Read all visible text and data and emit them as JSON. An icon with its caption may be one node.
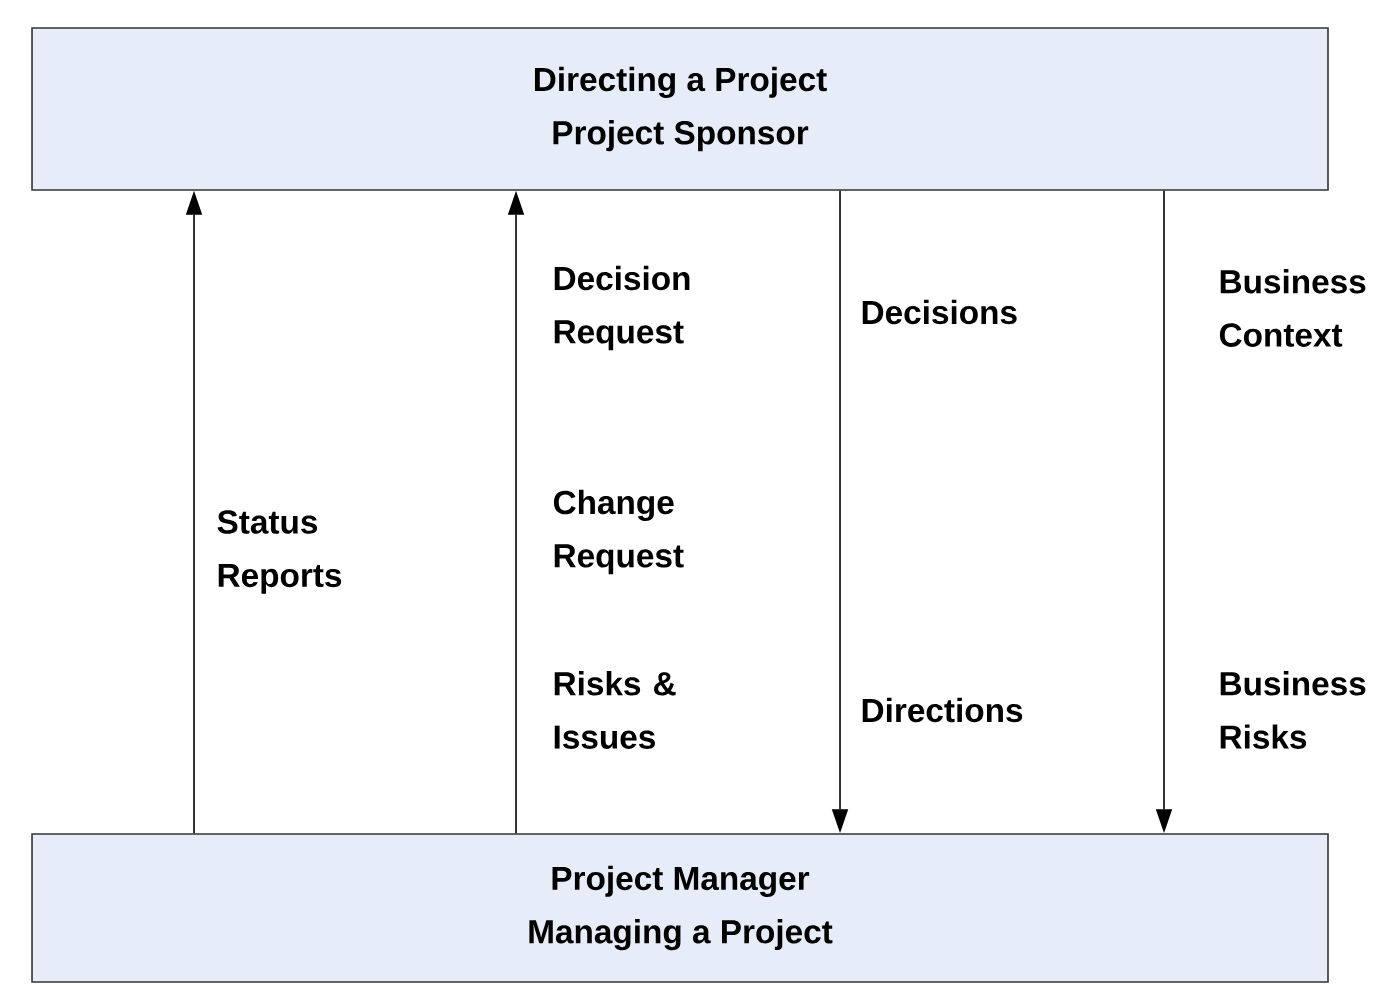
{
  "diagram": {
    "nodes": [
      {
        "text": [
          "Directing a Project",
          "Project Sponsor"
        ]
      },
      {
        "text": [
          "Project Manager",
          "Managing a Project"
        ]
      }
    ],
    "edges": [
      {
        "from": 1,
        "to": 0,
        "arrow": "to"
      },
      {
        "from": 1,
        "to": 0,
        "arrow": "to"
      },
      {
        "from": 0,
        "to": 1,
        "arrow": "to"
      },
      {
        "from": 0,
        "to": 1,
        "arrow": "to"
      }
    ],
    "labels": [
      "Decision Request",
      "Decisions",
      "Business Context",
      "Change Request",
      "Status Reports",
      "Risks & Issues",
      "Directions",
      "Business Risks"
    ]
  }
}
